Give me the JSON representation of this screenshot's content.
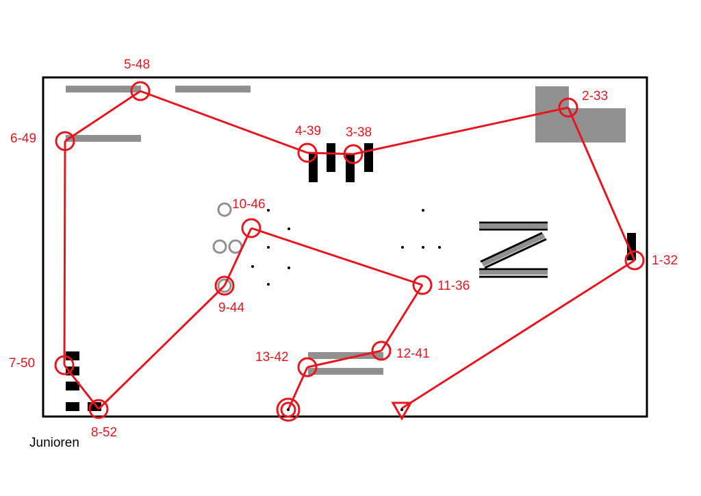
{
  "course": {
    "category": "Junioren",
    "colors": {
      "route": "#e8141e",
      "obstacle_dark": "#000000",
      "obstacle_light": "#909090",
      "frame": "#000000",
      "label": "#e8141e"
    },
    "start_symbol": "triangle",
    "finish_symbol": "double-circle",
    "controls": [
      {
        "label": "1-32"
      },
      {
        "label": "2-33"
      },
      {
        "label": "3-38"
      },
      {
        "label": "4-39"
      },
      {
        "label": "5-48"
      },
      {
        "label": "6-49"
      },
      {
        "label": "7-50"
      },
      {
        "label": "8-52"
      },
      {
        "label": "9-44"
      },
      {
        "label": "10-46"
      },
      {
        "label": "11-36"
      },
      {
        "label": "12-41"
      },
      {
        "label": "13-42"
      }
    ]
  }
}
